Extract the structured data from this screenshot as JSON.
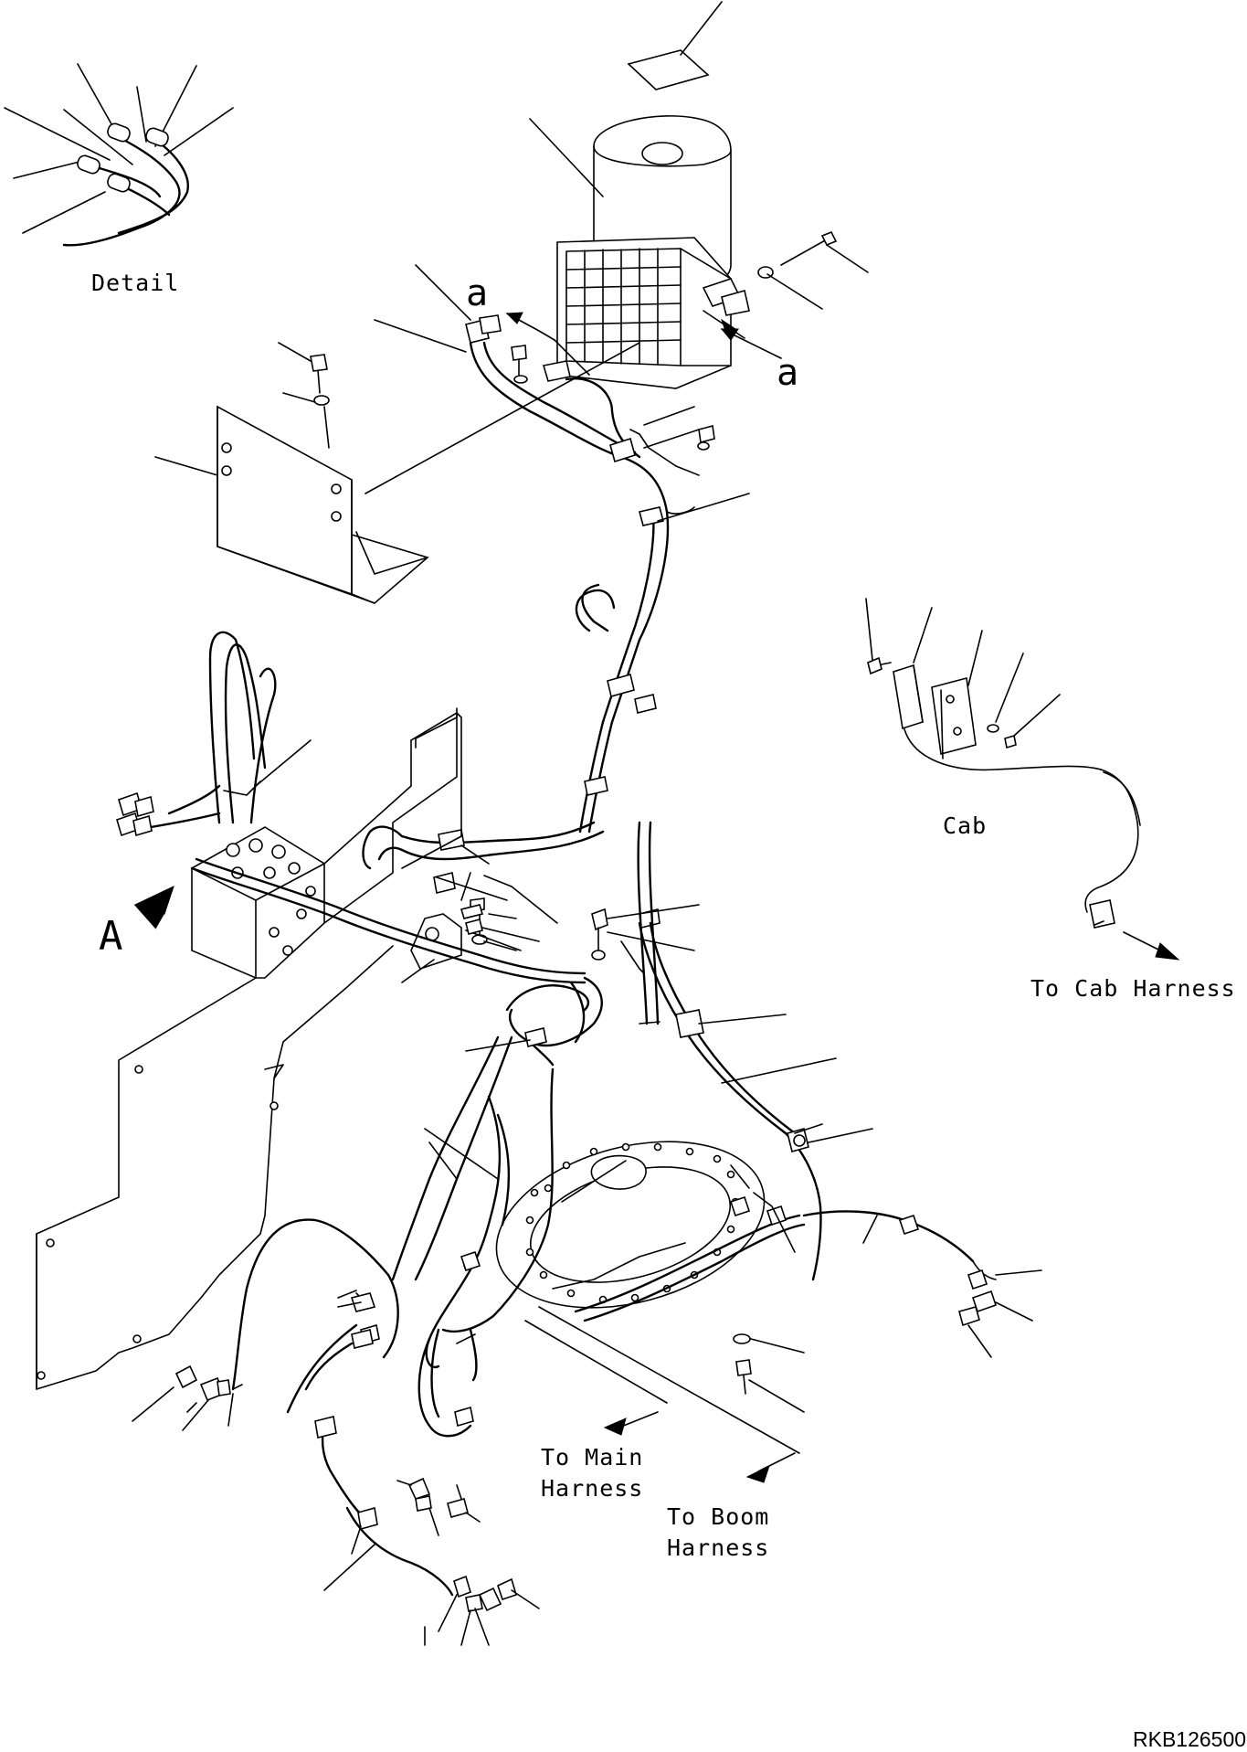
{
  "labels": {
    "detail": "Detail",
    "cab": "Cab",
    "to_cab_harness": "To Cab Harness",
    "to_main_harness": "To Main\nHarness",
    "to_boom_harness": "To Boom\nHarness",
    "view_a": "A",
    "section_a_left": "a",
    "section_a_right": "a",
    "drawing_ref": "RKB126500"
  }
}
